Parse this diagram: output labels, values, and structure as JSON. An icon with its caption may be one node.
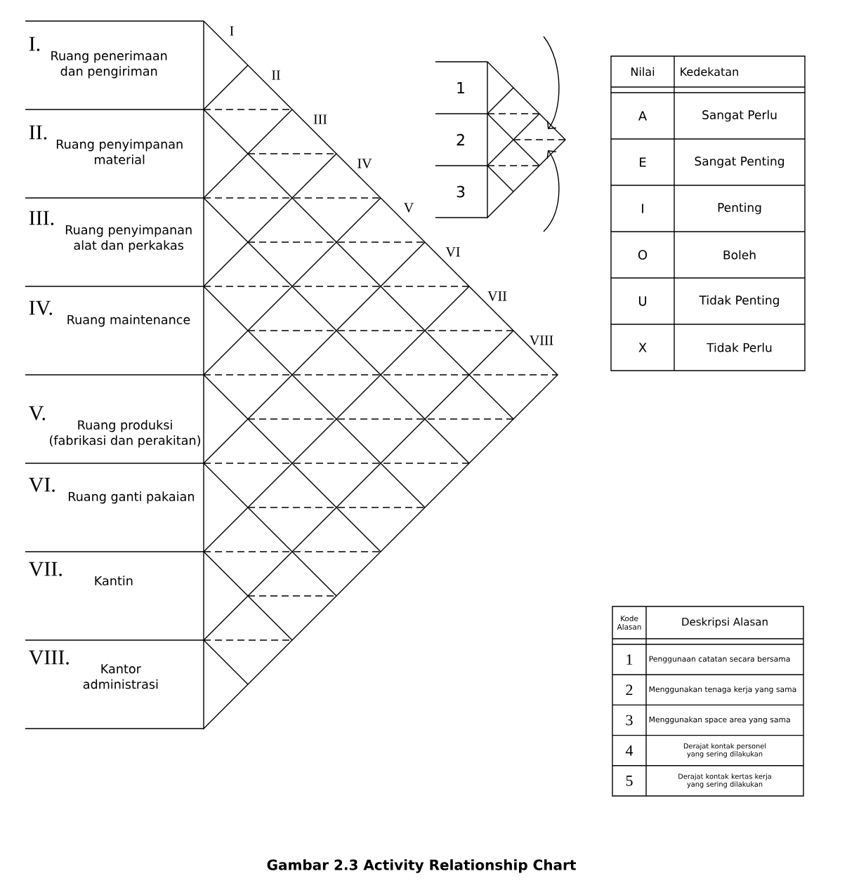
{
  "diagram": {
    "caption": "Gambar 2.3 Activity Relationship Chart",
    "nodes": [
      {
        "text": [
          "I.",
          "Ruang penerimaan dan pengiriman"
        ]
      },
      {
        "text": [
          "II.",
          "Ruang penyimpanan material"
        ]
      },
      {
        "text": [
          "III.",
          "Ruang penyimpanan alat dan perkakas"
        ]
      },
      {
        "text": [
          "IV.",
          "Ruang maintenance"
        ]
      },
      {
        "text": [
          "V.",
          "Ruang produksi (fabrikasi dan perakitan)"
        ]
      },
      {
        "text": [
          "VI.",
          "Ruang ganti pakaian"
        ]
      },
      {
        "text": [
          "VII.",
          "Kantin"
        ]
      },
      {
        "text": [
          "VIII.",
          "Kantor administrasi"
        ]
      }
    ],
    "labels": [
      "I",
      "II",
      "III",
      "IV",
      "V",
      "VI",
      "VII",
      "VIII",
      "1",
      "2",
      "3",
      "Nilai",
      "Kedekatan",
      "A",
      "Sangat Perlu",
      "E",
      "Sangat Penting",
      "I",
      "Penting",
      "O",
      "Boleh",
      "U",
      "Tidak Penting",
      "X",
      "Tidak Perlu",
      "Kode Alasan",
      "Deskripsi Alasan",
      "1",
      "Penggunaan catatan secara bersama",
      "2",
      "Menggunakan tenaga kerja yang sama",
      "3",
      "Menggunakan space area yang sama",
      "4",
      "Derajat kontak personel yang sering dilakukan",
      "5",
      "Derajat kontak kertas kerja yang sering dilakukan"
    ]
  }
}
